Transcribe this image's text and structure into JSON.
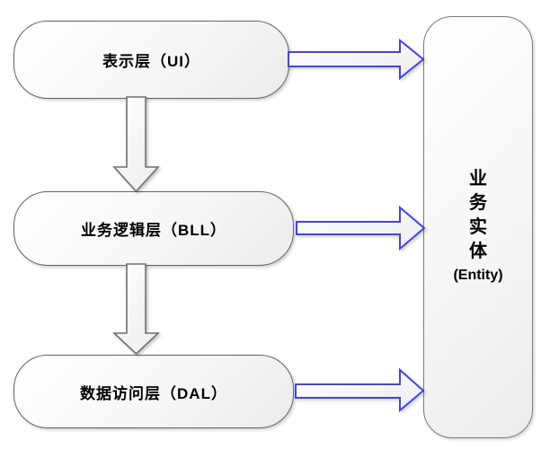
{
  "diagram": {
    "title": "three-layer-architecture",
    "layers": [
      {
        "id": "ui",
        "label": "表示层（UI）"
      },
      {
        "id": "bll",
        "label": "业务逻辑层（BLL）"
      },
      {
        "id": "dal",
        "label": "数据访问层（DAL）"
      }
    ],
    "entity": {
      "chars": [
        "业",
        "务",
        "实",
        "体"
      ],
      "latin": "(Entity)"
    },
    "colors": {
      "background": "#ffffff",
      "box_border": "#636363",
      "entity_border": "#7a7a7a",
      "box_fill_top": "#ffffff",
      "box_fill_bottom": "#ebebeb",
      "down_arrow_stroke": "#6f6f6f",
      "right_arrow_stroke": "#4343e8",
      "arrow_fill": "#fafafa",
      "text": "#000000"
    }
  }
}
